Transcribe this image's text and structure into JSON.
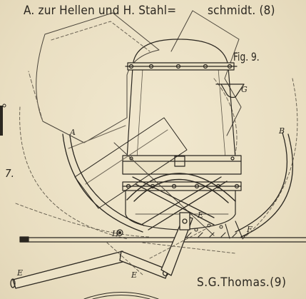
{
  "header": {
    "left_text": "A. zur Hellen und H. Stahl=",
    "right_text": "schmidt. (8)"
  },
  "figure": {
    "label": "Fig. 9."
  },
  "caption": {
    "text": "S.G.Thomas.(9)"
  },
  "margin_number": "7.",
  "part_labels": {
    "A": "A",
    "B": "B",
    "G": "G",
    "E_bottom_left": "E",
    "E_bottom_mid": "E",
    "E_right": "E",
    "F": "F",
    "H": "H"
  },
  "colors": {
    "paper": "#ece2c6",
    "ink": "#2b2720",
    "faint_ink": "#7d7364"
  }
}
